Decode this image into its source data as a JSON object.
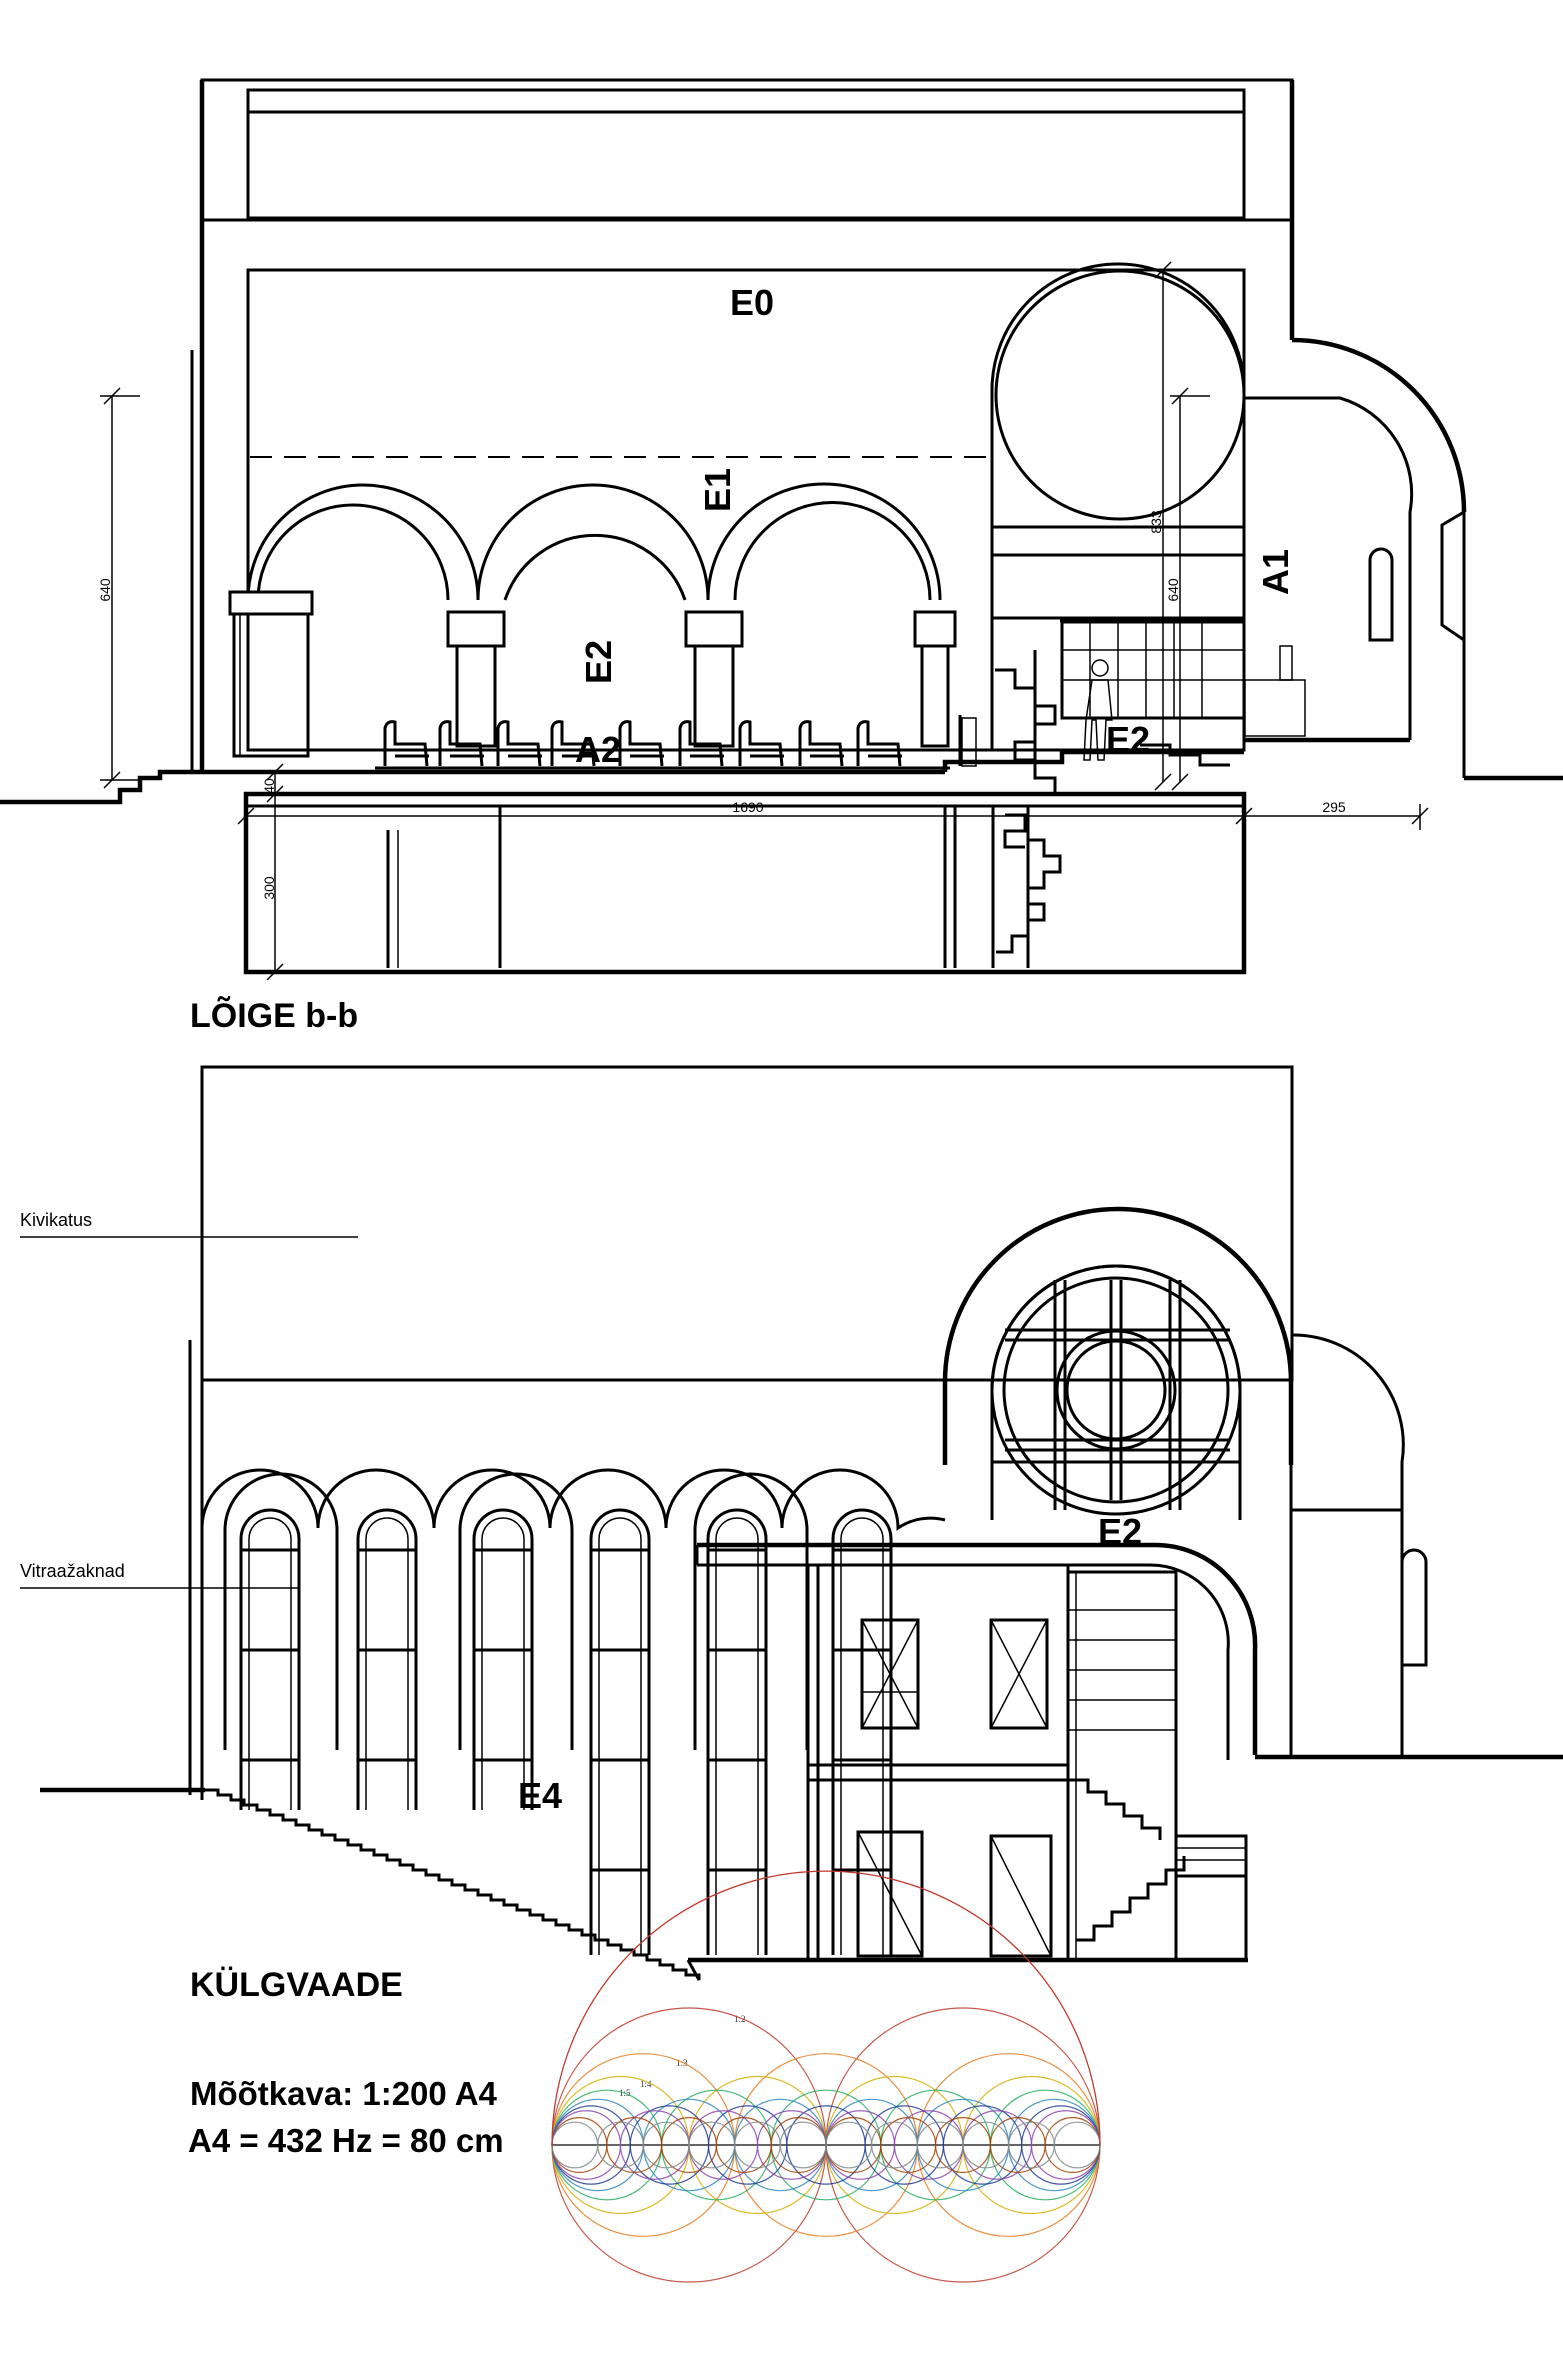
{
  "section": {
    "title": "LÕIGE b-b",
    "zones": {
      "e0": "E0",
      "e1": "E1",
      "e2": "E2",
      "a1": "A1",
      "a2": "A2",
      "e2_stair": "E2"
    },
    "dimensions": {
      "left_height": "640",
      "right_height": "640",
      "circle_height": "833",
      "base_depth": "300",
      "base_step": "40",
      "base_length": "1690",
      "right_extension": "295"
    }
  },
  "elevation": {
    "title": "KÜLGVAADE",
    "notes": {
      "roof": "Kivikatus",
      "windows": "Vitraažaknad"
    },
    "zones": {
      "e2": "E2",
      "e4": "E4"
    }
  },
  "scale": {
    "line1": "Mõõtkava: 1:200 A4",
    "line2": "A4 = 432 Hz = 80 cm"
  },
  "harmonic_diagram": {
    "ratio_labels": [
      "1:2",
      "1:3",
      "1:4",
      "1:5"
    ],
    "colors": [
      "#c0392b",
      "#e67e22",
      "#d4b106",
      "#27ae60",
      "#2e86c1",
      "#1f3a93",
      "#8e44ad",
      "#a04000",
      "#7f8c8d"
    ]
  }
}
